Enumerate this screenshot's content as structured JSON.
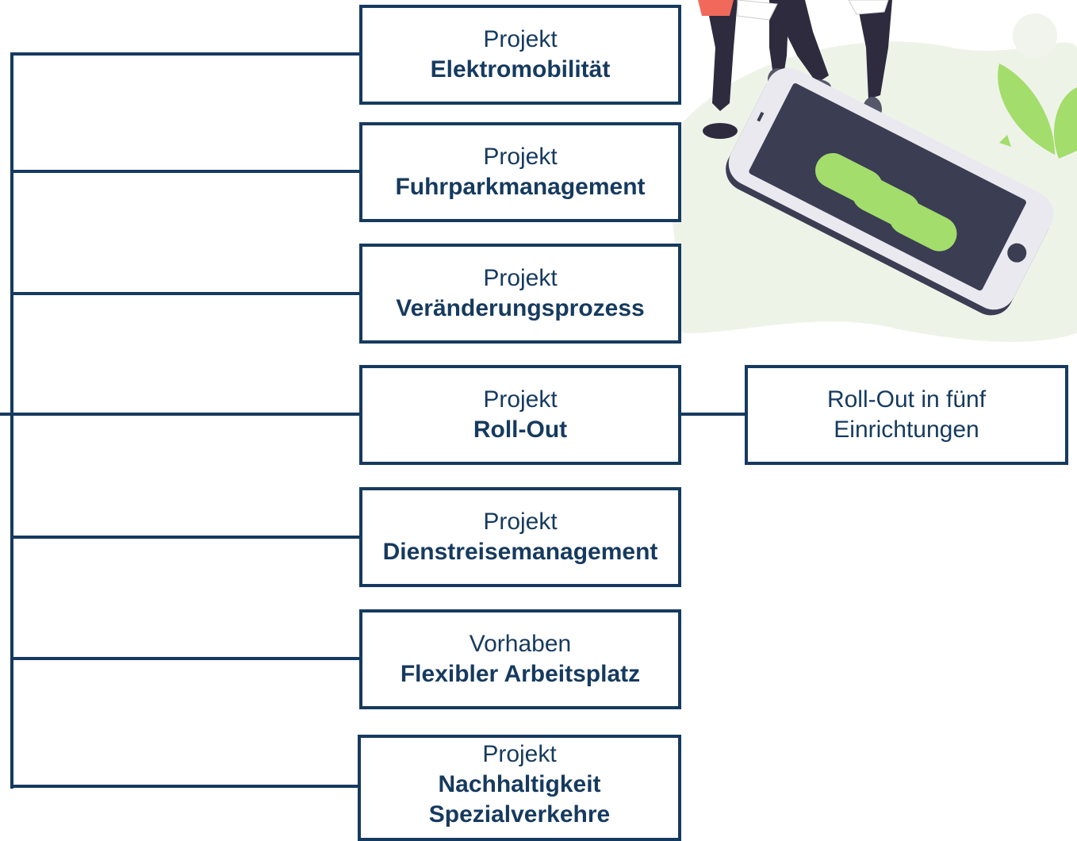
{
  "diagram": {
    "projects": [
      {
        "kind": "Projekt",
        "title": "Elektromobilität"
      },
      {
        "kind": "Projekt",
        "title": "Fuhrparkmanagement"
      },
      {
        "kind": "Projekt",
        "title": "Veränderungsprozess"
      },
      {
        "kind": "Projekt",
        "title": "Roll-Out"
      },
      {
        "kind": "Projekt",
        "title": "Dienstreisemanagement"
      },
      {
        "kind": "Vorhaben",
        "title": "Flexibler Arbeitsplatz"
      },
      {
        "kind": "Projekt",
        "title_line1": "Nachhaltigkeit",
        "title_line2": "Spezialverkehre"
      }
    ],
    "rollout_detail": {
      "line1": "Roll-Out in fünf",
      "line2": "Einrichtungen"
    }
  },
  "colors": {
    "navy": "#163a5f",
    "green": "#a3dd6c",
    "phone_dark": "#3b3d53",
    "blob": "#eef3e8"
  },
  "illustration": {
    "icon": "people-with-smartphone-illustration"
  }
}
